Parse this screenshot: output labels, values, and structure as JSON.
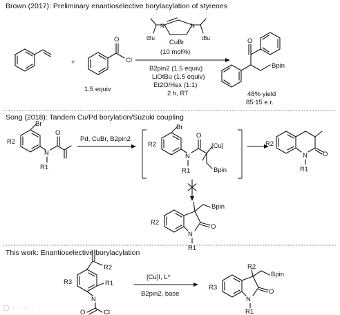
{
  "sections": {
    "brown": {
      "title": "Brown (2017): Preliminary enantioselective borylacylation of styrenes",
      "reagent_equiv": "1.5 equiv",
      "ligand_labels": [
        "N",
        "N",
        "tBu",
        "tBu",
        "CuBr"
      ],
      "loading": "(10 mol%)",
      "conditions": [
        "B2pin2 (1.5 equiv)",
        "LiOtBu (1.5 equiv)",
        "Et2O/Hex (1:1)",
        "2 h, RT"
      ],
      "product_labels": [
        "O",
        "Bpin"
      ],
      "yield": "48% yield",
      "er": "85:15 e.r.",
      "acid_chloride_labels": [
        "O",
        "Cl"
      ]
    },
    "song": {
      "title": "Song (2018): Tandem Cu/Pd borylation/Suzuki coupling",
      "conditions": "Pd, CuBr, B2pin2",
      "substrate_labels": [
        "Br",
        "R2",
        "N",
        "R1",
        "O"
      ],
      "intermediate_labels": [
        "Br",
        "R2",
        "N",
        "R1",
        "O",
        "[Cu]",
        "Bpin"
      ],
      "product_labels": [
        "R2",
        "N",
        "R1",
        "O"
      ],
      "oxindole_labels": [
        "Bpin",
        "R2",
        "N",
        "R1",
        "O"
      ]
    },
    "this_work": {
      "title": "This work: Enantioselective borylacylation",
      "conditions_top": "[Cu]I, L*",
      "conditions_bottom": "B2pin2, base",
      "substrate_labels": [
        "R3",
        "R2",
        "R1",
        "N",
        "O",
        "Cl"
      ],
      "product_labels": [
        "R2",
        "Bpin",
        "R3",
        "N",
        "R1",
        "O"
      ]
    }
  },
  "watermark": "Watermark glyph"
}
